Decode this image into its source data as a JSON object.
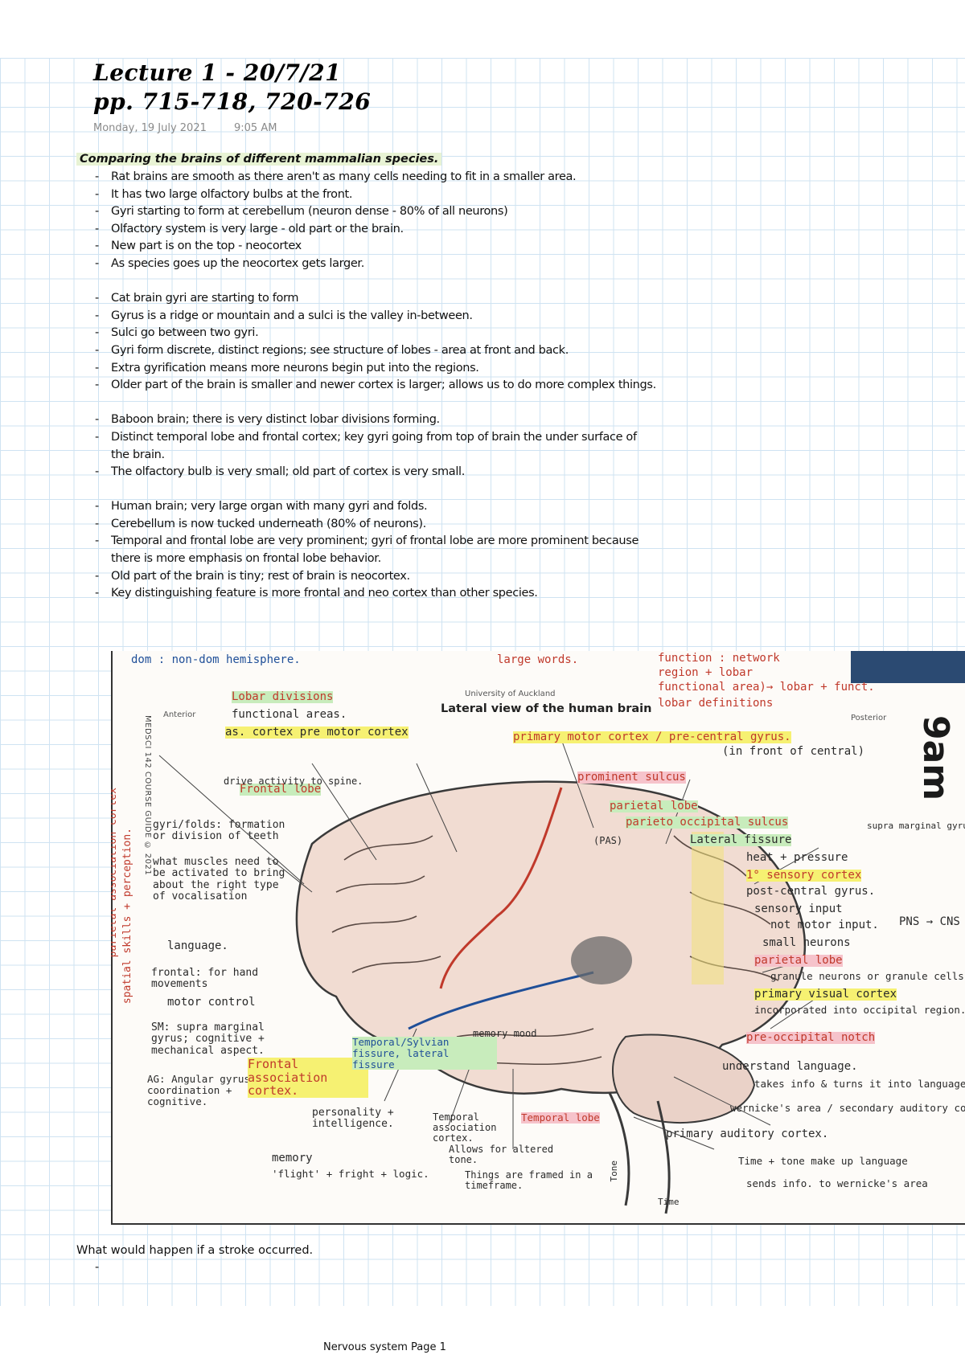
{
  "header": {
    "title_line1": "Lecture 1 - 20/7/21",
    "title_line2": "pp. 715-718, 720-726",
    "date": "Monday, 19 July 2021",
    "time": "9:05 AM"
  },
  "section": {
    "title": "Comparing the brains of different mammalian species.",
    "bullets": [
      "Rat brains are smooth as there aren't as many cells needing to fit in a smaller area.",
      "It has two large olfactory bulbs at the front.",
      "Gyri starting to form at cerebellum (neuron dense - 80% of all neurons)",
      "Olfactory system is very large - old part or the brain.",
      "New part is on the top - neocortex",
      "As species goes up the neocortex gets larger.",
      "",
      "Cat brain gyri are starting to form",
      "Gyrus is a ridge or mountain and a sulci is the valley in-between.",
      "Sulci go between two gyri.",
      "Gyri form discrete, distinct regions; see structure of lobes - area at front and back.",
      "Extra gyrification means more neurons begin put into the regions.",
      "Older part of the brain is smaller and newer cortex is larger; allows us to do more complex things.",
      "",
      "Baboon brain; there is very distinct lobar divisions forming.",
      "Distinct temporal lobe and frontal cortex; key gyri going from top of brain the under surface of the brain.",
      "The olfactory bulb is very small; old part of cortex is very small.",
      "",
      "Human brain; very large organ with many gyri and folds.",
      "Cerebellum is now tucked underneath (80% of neurons).",
      "Temporal and frontal lobe are very prominent; gyri of frontal lobe are more prominent because there is more emphasis on frontal lobe behavior.",
      " Old part of the brain is tiny; rest of brain is neocortex.",
      "Key distinguishing feature is more frontal and neo cortex than other species."
    ]
  },
  "figure": {
    "heading": "Lateral view of the human brain",
    "university": "University of Auckland",
    "anterior": "Anterior",
    "posterior": "Posterior",
    "guide": "MEDSCI 142 COURSE GUIDE © 2021",
    "time_tag": "9am",
    "annotations": {
      "dom_hemisphere": "dom : non-dom hemisphere.",
      "large_words": "large words.",
      "lobar_divisions": "Lobar divisions",
      "functional_areas": "functional areas.",
      "function_network": "function : network",
      "region_lobar": "region + lobar",
      "functional_area_lobar": "functional area)→ lobar + funct.",
      "lobar_definitions": "lobar definitions",
      "assoc_cortex": "as. cortex pre motor cortex",
      "primary_motor": "primary motor cortex / pre-central gyrus.",
      "in_front": "(in front of central)",
      "frontal_lobe": "Frontal lobe",
      "prominent_sulcus": "prominent sulcus",
      "parietal_lobe_top": "parietal lobe",
      "parieto_occipital": "parieto occipital sulcus",
      "lateral_fissure": "Lateral fissure",
      "heat_pressure": "heat + pressure",
      "sensory_cortex": "1° sensory cortex",
      "post_central": "post-central gyrus.",
      "sensory_input": "sensory input",
      "not_motor": "not motor input.",
      "small_neurons": "small neurons",
      "parietal_lobe": "parietal lobe",
      "granule": "granule neurons or granule cells.",
      "primary_visual": "primary visual cortex",
      "incorporated": "incorporated into occipital region.",
      "pre_occipital": "pre-occipital notch",
      "supra_marginal": "supra marginal gyrus: (reading)",
      "pns_cns": "PNS → CNS",
      "understand_language": "understand language.",
      "takes_turns": "takes info & turns it into language.",
      "wernickes": "wernicke's area / secondary auditory cortex.",
      "primary_auditory": "primary auditory cortex.",
      "time_tone": "Time + tone make up language",
      "sends_info": "sends info. to wernicke's area",
      "gyri_formation": "gyri/folds: formation or division of teeth",
      "what_muscles": "what muscles need to be activated to bring about the right type of vocalisation",
      "language": "language.",
      "broca_frontal": "frontal: for hand movements",
      "motor_control": "motor control",
      "sm_supra": "SM: supra marginal gyrus; cognitive + mechanical aspect.",
      "ag_angular": "AG: Angular gyrus. coordination + cognitive.",
      "frontal_association": "Frontal association cortex.",
      "personality": "personality + intelligence.",
      "memory": "memory",
      "fright": "'flight' + fright + logic.",
      "temporal_sylvian": "Temporal/Sylvian fissure, lateral fissure",
      "temporal_association": "Temporal association cortex.",
      "temporal_lobe": "Temporal lobe",
      "allows_tone": "Allows for altered tone.",
      "things_framed": "Things are framed in a timeframe.",
      "memory_mood": "memory mood",
      "more_spine": "drive activity to spine.",
      "parietal_association": "parietal association cortex",
      "spatial_skills": "spatial skills + perception.",
      "ap_label": "(PAS)",
      "axis_time": "Time",
      "axis_tone": "Tone"
    }
  },
  "footer_section": {
    "question": "What would happen if a stroke occurred.",
    "dash": "-",
    "page_label": "Nervous system Page 1"
  }
}
